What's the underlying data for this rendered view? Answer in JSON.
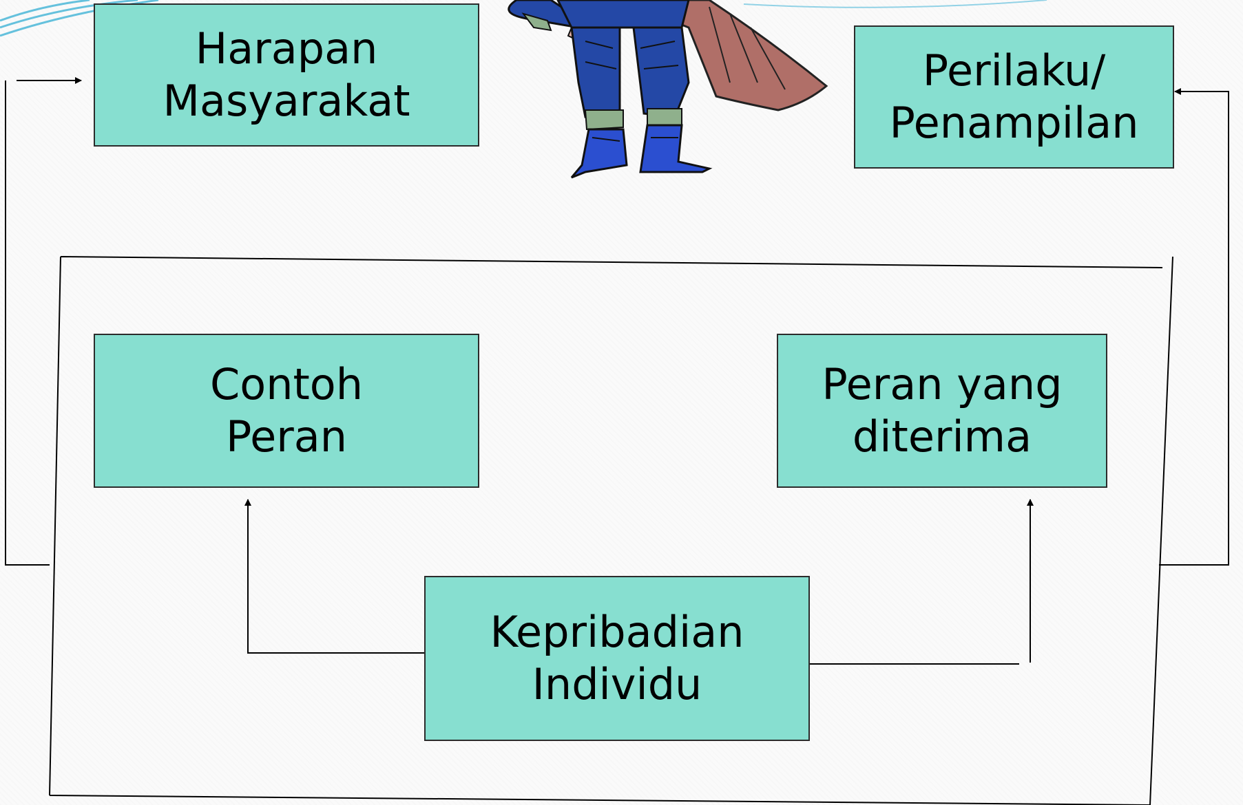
{
  "colors": {
    "box_fill": "#87dfd0",
    "box_border": "#2b2b2b",
    "arrow": "#000000",
    "swoosh": "#4cb8d8"
  },
  "illustration": {
    "icon": "superhero-figure-icon"
  },
  "boxes": {
    "harapan": {
      "line1": "Harapan",
      "line2": "Masyarakat"
    },
    "perilaku": {
      "line1": "Perilaku/",
      "line2": "Penampilan"
    },
    "contoh": {
      "line1": "Contoh",
      "line2": "Peran"
    },
    "peran": {
      "line1": "Peran yang",
      "line2": "diterima"
    },
    "kepribadian": {
      "line1": "Kepribadian",
      "line2": "Individu"
    }
  }
}
